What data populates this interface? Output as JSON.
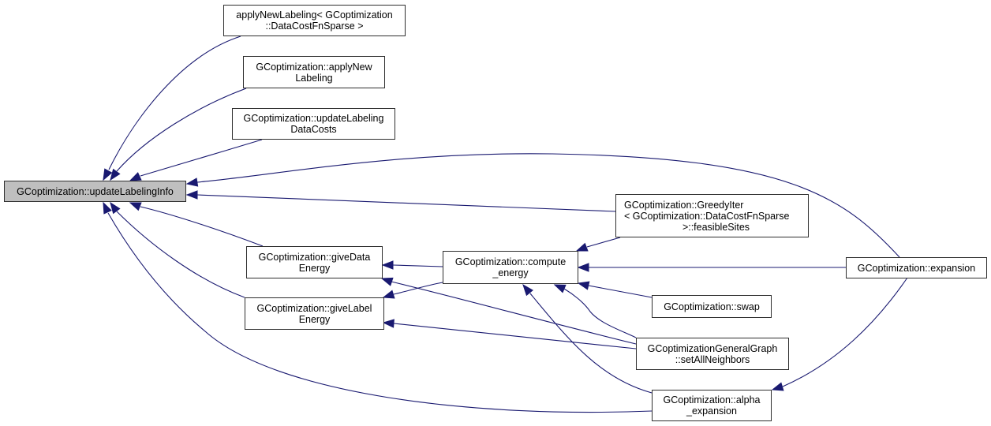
{
  "diagram": {
    "type": "doxygen-caller-graph",
    "edge_color": "#191970",
    "root_fill": "#bfbfbf",
    "nodes": [
      {
        "id": "root",
        "lines": [
          "GCoptimization::updateLabelingInfo"
        ],
        "root": true
      },
      {
        "id": "applyNewLabelingSparse",
        "lines": [
          "applyNewLabeling< GCoptimization",
          "::DataCostFnSparse >"
        ]
      },
      {
        "id": "applyNewLabeling",
        "lines": [
          "GCoptimization::applyNew",
          "Labeling"
        ]
      },
      {
        "id": "updateLabelingDataCosts",
        "lines": [
          "GCoptimization::updateLabeling",
          "DataCosts"
        ]
      },
      {
        "id": "giveDataEnergy",
        "lines": [
          "GCoptimization::giveData",
          "Energy"
        ]
      },
      {
        "id": "giveLabelEnergy",
        "lines": [
          "GCoptimization::giveLabel",
          "Energy"
        ]
      },
      {
        "id": "computeEnergy",
        "lines": [
          "GCoptimization::compute",
          "_energy"
        ]
      },
      {
        "id": "feasibleSites",
        "lines": [
          "GCoptimization::GreedyIter",
          "< GCoptimization::DataCostFnSparse",
          ">::feasibleSites"
        ]
      },
      {
        "id": "swap",
        "lines": [
          "GCoptimization::swap"
        ]
      },
      {
        "id": "setAllNeighbors",
        "lines": [
          "GCoptimizationGeneralGraph",
          "::setAllNeighbors"
        ]
      },
      {
        "id": "alphaExpansion",
        "lines": [
          "GCoptimization::alpha",
          "_expansion"
        ]
      },
      {
        "id": "expansion",
        "lines": [
          "GCoptimization::expansion"
        ]
      }
    ],
    "edges": [
      {
        "from": "applyNewLabelingSparse",
        "to": "root"
      },
      {
        "from": "applyNewLabeling",
        "to": "root"
      },
      {
        "from": "updateLabelingDataCosts",
        "to": "root"
      },
      {
        "from": "expansion",
        "to": "root"
      },
      {
        "from": "feasibleSites",
        "to": "root"
      },
      {
        "from": "giveDataEnergy",
        "to": "root"
      },
      {
        "from": "giveLabelEnergy",
        "to": "root"
      },
      {
        "from": "alphaExpansion",
        "to": "root"
      },
      {
        "from": "computeEnergy",
        "to": "giveDataEnergy"
      },
      {
        "from": "setAllNeighbors",
        "to": "giveDataEnergy"
      },
      {
        "from": "computeEnergy",
        "to": "giveLabelEnergy"
      },
      {
        "from": "setAllNeighbors",
        "to": "giveLabelEnergy"
      },
      {
        "from": "feasibleSites",
        "to": "computeEnergy"
      },
      {
        "from": "expansion",
        "to": "computeEnergy"
      },
      {
        "from": "swap",
        "to": "computeEnergy"
      },
      {
        "from": "setAllNeighbors",
        "to": "computeEnergy"
      },
      {
        "from": "alphaExpansion",
        "to": "computeEnergy"
      },
      {
        "from": "expansion",
        "to": "alphaExpansion"
      }
    ]
  }
}
